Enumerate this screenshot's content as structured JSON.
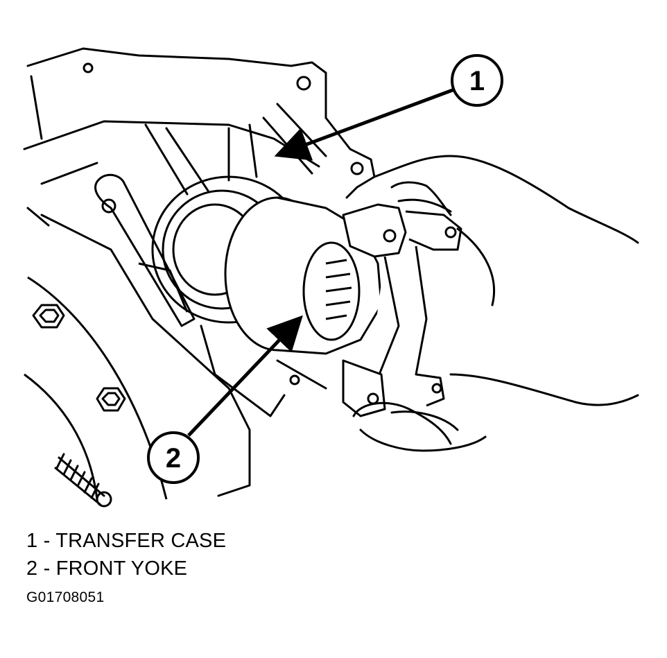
{
  "callouts": [
    {
      "number": "1",
      "label": "TRANSFER CASE"
    },
    {
      "number": "2",
      "label": "FRONT YOKE"
    }
  ],
  "legend": [
    {
      "number": "1",
      "separator": " - ",
      "label": "TRANSFER CASE"
    },
    {
      "number": "2",
      "separator": " - ",
      "label": "FRONT YOKE"
    }
  ],
  "figure_id": "G01708051",
  "colors": {
    "line": "#000000",
    "background": "#ffffff"
  }
}
